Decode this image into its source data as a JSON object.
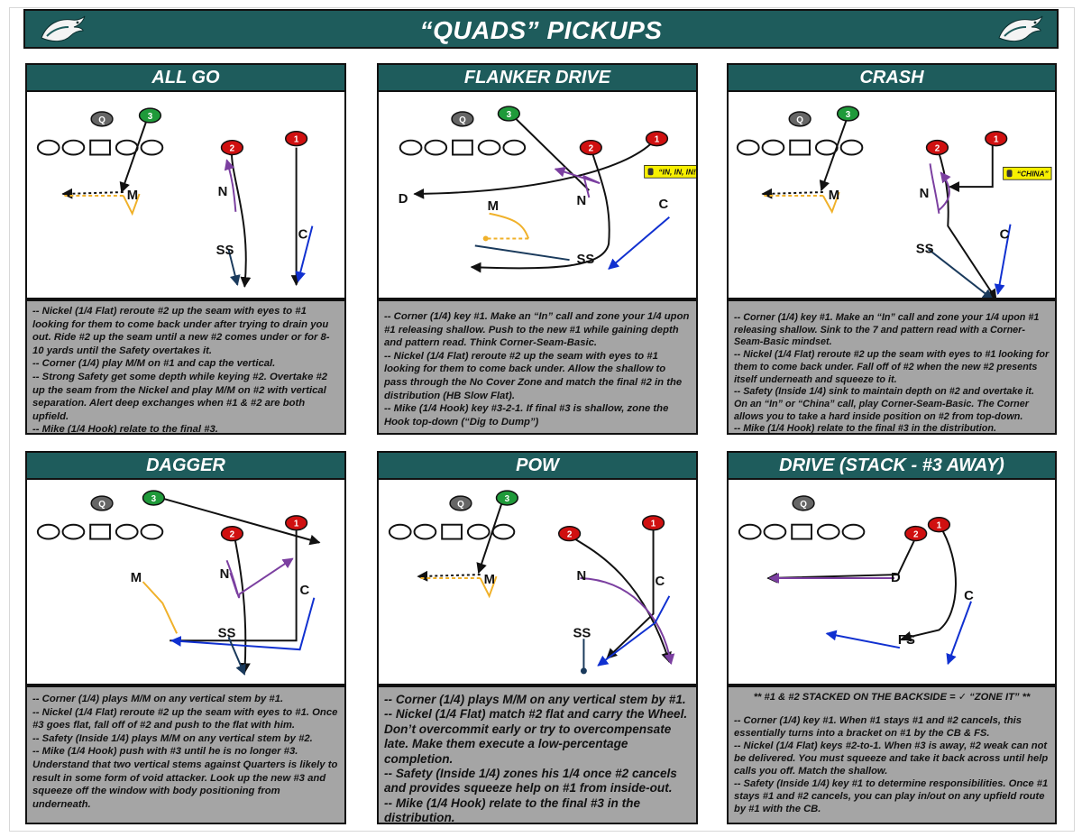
{
  "title": "“QUADS” PICKUPS",
  "colors": {
    "header": "#1e5c5c",
    "notes_bg": "#a5a5a5",
    "mike": "#f0b12a",
    "nickel": "#7b3fa0",
    "corner": "#1030d0",
    "safety": "#1a3a5c"
  },
  "icons": {
    "left": "eagle-logo-icon",
    "right": "eagle-logo-icon"
  },
  "panels": [
    {
      "title": "ALL GO",
      "diagram": {
        "q_label": "Q",
        "receivers": [
          "3",
          "2",
          "1"
        ],
        "defenders": [
          "M",
          "N",
          "SS",
          "C"
        ],
        "callout": ""
      },
      "notes": [
        "-- Nickel (1/4 Flat) reroute #2 up the seam with eyes to #1 looking for them to come back under after trying to drain you out. Ride #2 up the seam until a new #2 comes under or for 8-10 yards until the Safety overtakes it.",
        "-- Corner (1/4) play M/M on #1 and cap the vertical.",
        "-- Strong Safety get some depth while keying #2. Overtake #2 up the seam from the Nickel and play M/M on #2 with vertical separation. Alert deep exchanges when #1 & #2 are both upfield.",
        "-- Mike (1/4 Hook) relate to the final #3."
      ]
    },
    {
      "title": "FLANKER DRIVE",
      "diagram": {
        "q_label": "Q",
        "receivers": [
          "3",
          "2",
          "1"
        ],
        "defenders": [
          "D",
          "M",
          "N",
          "SS",
          "C"
        ],
        "callout": "“IN, IN, IN!”"
      },
      "notes": [
        "-- Corner (1/4) key #1. Make an “In” call and zone your 1/4 upon #1 releasing shallow. Push to the new #1 while gaining depth and pattern read. Think Corner-Seam-Basic.",
        "-- Nickel (1/4 Flat) reroute #2 up the seam with eyes to #1 looking for them to come back under. Allow the shallow to pass through the No Cover Zone and match the final #2 in the distribution (HB Slow Flat).",
        "-- Mike (1/4 Hook) key #3-2-1. If final #3 is shallow, zone the Hook top-down (“Dig to Dump”)"
      ]
    },
    {
      "title": "CRASH",
      "diagram": {
        "q_label": "Q",
        "receivers": [
          "3",
          "2",
          "1"
        ],
        "defenders": [
          "M",
          "N",
          "SS",
          "C"
        ],
        "callout": "“CHINA”"
      },
      "notes": [
        "-- Corner (1/4) key #1. Make an “In” call and zone your 1/4 upon #1 releasing shallow. Sink to the 7 and pattern read with a Corner-Seam-Basic mindset.",
        "-- Nickel (1/4 Flat) reroute #2 up the seam with eyes to #1 looking for them to come back under. Fall off of #2 when the new #2 presents itself underneath and squeeze to it.",
        "-- Safety (Inside 1/4) sink to maintain depth on #2 and overtake it. On an “In” or “China” call, play Corner-Seam-Basic. The Corner allows you to take a hard inside position on #2 from top-down.",
        "-- Mike (1/4 Hook) relate to the final #3 in the distribution."
      ]
    },
    {
      "title": "DAGGER",
      "diagram": {
        "q_label": "Q",
        "receivers": [
          "3",
          "2",
          "1"
        ],
        "defenders": [
          "M",
          "N",
          "SS",
          "C"
        ],
        "callout": ""
      },
      "notes": [
        "-- Corner (1/4) plays M/M on any vertical stem by #1.",
        "-- Nickel (1/4 Flat) reroute #2 up the seam with eyes to #1. Once #3 goes flat, fall off of #2 and push to the flat with him.",
        "-- Safety (Inside 1/4) plays M/M on any vertical stem by #2.",
        "-- Mike (1/4 Hook) push with #3 until he is no longer #3. Understand that two vertical stems against Quarters is likely to result in some form of void attacker. Look up the new #3 and squeeze off the window with body positioning from underneath."
      ]
    },
    {
      "title": "POW",
      "diagram": {
        "q_label": "Q",
        "receivers": [
          "3",
          "2",
          "1"
        ],
        "defenders": [
          "M",
          "N",
          "C",
          "SS"
        ],
        "callout": ""
      },
      "notes": [
        "-- Corner (1/4) plays M/M on any vertical stem by #1.",
        "-- Nickel (1/4 Flat) match #2 flat and carry the Wheel. Don’t overcommit early or try to overcompensate late. Make them execute a low-percentage completion.",
        "-- Safety (Inside 1/4) zones his 1/4 once #2 cancels and provides squeeze help on #1 from inside-out.",
        "-- Mike (1/4 Hook) relate to the final #3 in the distribution."
      ]
    },
    {
      "title": "DRIVE (STACK - #3 AWAY)",
      "diagram": {
        "q_label": "Q",
        "receivers": [
          "2",
          "1"
        ],
        "defenders": [
          "D",
          "C",
          "FS"
        ],
        "callout": ""
      },
      "stack_title": "** #1 & #2 STACKED ON THE BACKSIDE = ✓ “ZONE IT” **",
      "notes": [
        "-- Corner (1/4) key #1. When #1 stays #1 and #2 cancels, this essentially turns into a bracket on #1 by the CB & FS.",
        "-- Nickel (1/4 Flat) keys #2-to-1. When #3 is away, #2 weak can not be delivered. You must squeeze and take it back across until help calls you off. Match the shallow.",
        "-- Safety (Inside 1/4) key #1 to determine responsibilities. Once #1 stays #1 and #2 cancels, you can play in/out on any upfield route by #1 with the CB."
      ]
    }
  ]
}
